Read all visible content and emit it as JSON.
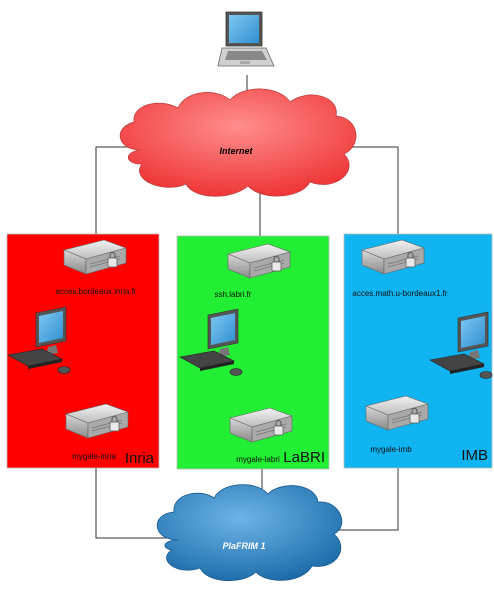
{
  "clouds": {
    "internet": {
      "label": "Internet",
      "fill": "#ff5a5a",
      "text_color": "#000000"
    },
    "plafrim": {
      "label": "PlaFRIM 1",
      "fill": "#2a7fc0",
      "text_color": "#ffffff"
    }
  },
  "sites": [
    {
      "name": "Inria",
      "color": "#ff0000",
      "gateway": "acces.bordeaux.inria.fr",
      "node": "mygale-inria"
    },
    {
      "name": "LaBRI",
      "color": "#22ee33",
      "gateway": "ssh.labri.fr",
      "node": "mygale-labri"
    },
    {
      "name": "IMB",
      "color": "#0fb4f0",
      "gateway": "acces.math.u-bordeaux1.fr",
      "node": "mygale-imb"
    }
  ],
  "icons": {
    "laptop": "laptop-icon",
    "server": "server-icon",
    "workstation": "workstation-icon"
  }
}
